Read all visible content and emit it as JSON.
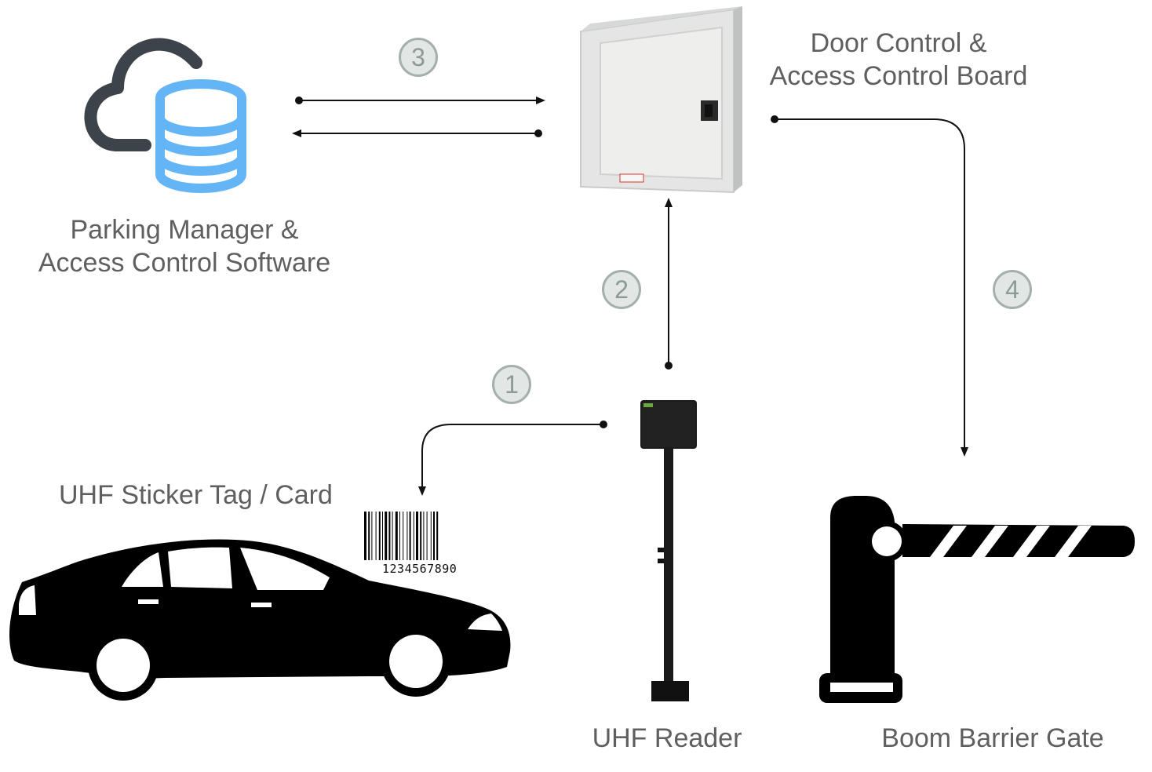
{
  "nodes": {
    "software": {
      "line1": "Parking Manager &",
      "line2": "Access Control Software"
    },
    "control_board": {
      "line1": "Door Control &",
      "line2": "Access Control Board"
    },
    "tag": {
      "label": "UHF Sticker Tag / Card",
      "barcode_number": "1234567890"
    },
    "reader": {
      "label": "UHF Reader"
    },
    "gate": {
      "label": "Boom Barrier Gate"
    }
  },
  "steps": {
    "s1": "1",
    "s2": "2",
    "s3": "3",
    "s4": "4"
  },
  "colors": {
    "label_text": "#5f5f5f",
    "step_fill": "#e2e6e5",
    "step_border": "#a5b0ad",
    "cloud_stroke": "#3d434b",
    "database_blue": "#64b5f6",
    "arrow": "#111111"
  },
  "icons": [
    "cloud-database-icon",
    "electrical-panel-icon",
    "car-silhouette-icon",
    "barcode-icon",
    "uhf-reader-icon",
    "boom-barrier-icon"
  ]
}
